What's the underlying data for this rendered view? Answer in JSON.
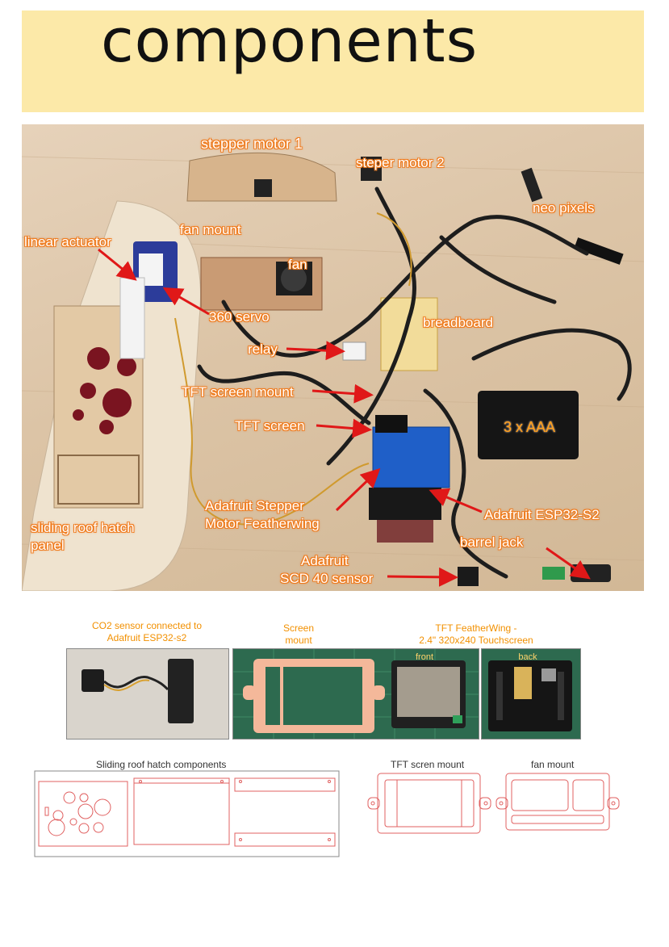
{
  "header": {
    "title": "components"
  },
  "photo_labels": {
    "stepper_motor_1": "stepper motor 1",
    "steper_motor_2": "steper motor 2",
    "neo_pixels": "neo pixels",
    "fan_mount": "fan mount",
    "fan": "fan",
    "linear_actuator": "linear actuator",
    "servo_360": "360 servo",
    "breadboard": "breadboard",
    "relay": "relay",
    "tft_screen_mount": "TFT screen mount",
    "tft_screen": "TFT screen",
    "aaa": "3 x AAA",
    "stepper_featherwing_1": "Adafruit Stepper",
    "stepper_featherwing_2": "Motor Featherwing",
    "esp32": "Adafruit ESP32-S2",
    "barrel_jack": "barrel jack",
    "roof_hatch_1": "sliding roof hatch",
    "roof_hatch_2": "panel",
    "scd40_1": "Adafruit",
    "scd40_2": "SCD 40 sensor"
  },
  "small_photos": {
    "co2_caption_1": "CO2 sensor connected to",
    "co2_caption_2": "Adafruit ESP32-s2",
    "screen_mount_caption_1": "Screen",
    "screen_mount_caption_2": "mount",
    "tft_caption_1": "TFT FeatherWing -",
    "tft_caption_2": "2.4\" 320x240 Touchscreen",
    "front": "front",
    "back": "back"
  },
  "diagrams": {
    "sliding_roof": "Sliding roof hatch components",
    "tft_mount": "TFT scren mount",
    "fan_mount": "fan mount"
  },
  "colors": {
    "header_bg": "#fce9a8",
    "label_orange": "#f07a1a",
    "arrow_red": "#e01818",
    "laser_line": "#e06060"
  }
}
